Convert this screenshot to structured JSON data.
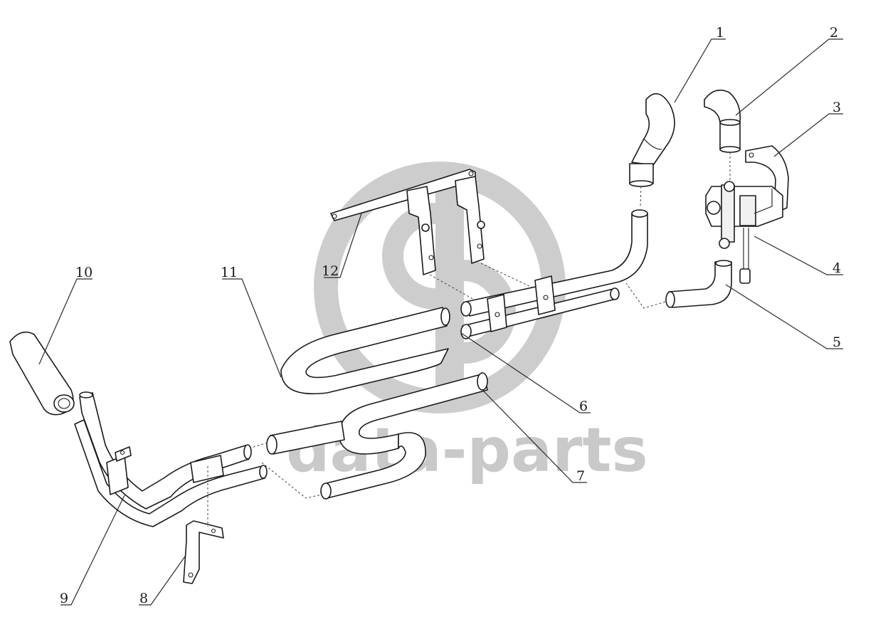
{
  "watermark": {
    "text": "data-parts",
    "color": "#c9c9c9"
  },
  "callouts": [
    {
      "id": "1",
      "label": "1"
    },
    {
      "id": "2",
      "label": "2"
    },
    {
      "id": "3",
      "label": "3"
    },
    {
      "id": "4",
      "label": "4"
    },
    {
      "id": "5",
      "label": "5"
    },
    {
      "id": "6",
      "label": "6"
    },
    {
      "id": "7",
      "label": "7"
    },
    {
      "id": "8",
      "label": "8"
    },
    {
      "id": "9",
      "label": "9"
    },
    {
      "id": "10",
      "label": "10"
    },
    {
      "id": "11",
      "label": "11"
    },
    {
      "id": "12",
      "label": "12"
    }
  ]
}
